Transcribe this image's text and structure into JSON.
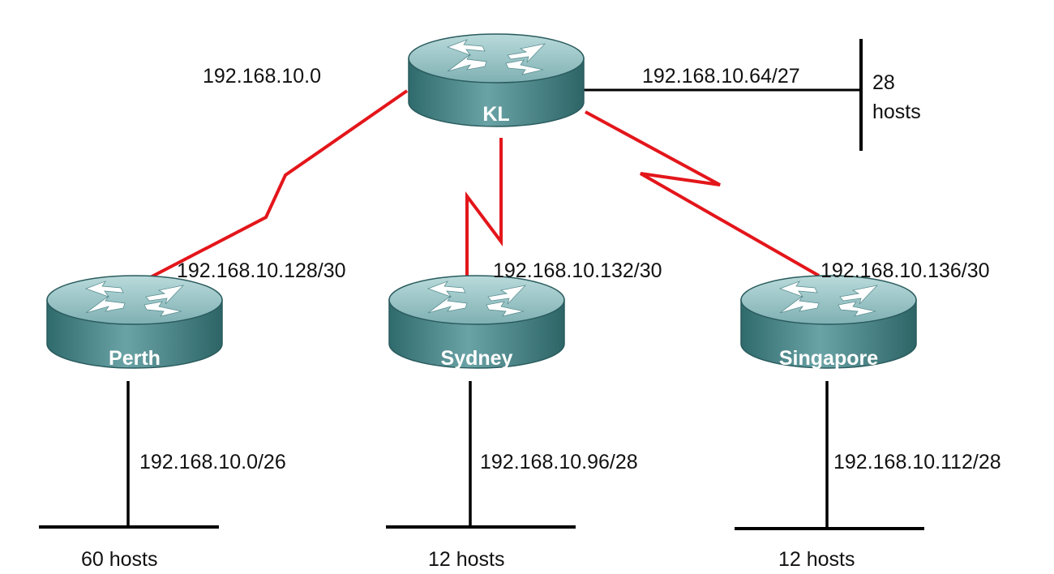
{
  "colors": {
    "wan_link": "#e3161b",
    "lan_line": "#000000",
    "router_top": "#9ec5c7",
    "router_side": "#3f7f82",
    "router_arrow": "#ffffff",
    "background": "#ffffff"
  },
  "icons": {
    "router": "router-icon",
    "arrow": "router-arrow-icon"
  },
  "routers": {
    "kl": {
      "name": "KL"
    },
    "perth": {
      "name": "Perth"
    },
    "sydney": {
      "name": "Sydney"
    },
    "singapore": {
      "name": "Singapore"
    }
  },
  "labels": {
    "kl_summary": "192.168.10.0",
    "kl_lan_subnet": "192.168.10.64/27",
    "kl_lan_hosts_count": "28",
    "kl_lan_hosts_word": "hosts",
    "perth_wan": "192.168.10.128/30",
    "sydney_wan": "192.168.10.132/30",
    "singapore_wan": "192.168.10.136/30",
    "perth_lan_subnet": "192.168.10.0/26",
    "sydney_lan_subnet": "192.168.10.96/28",
    "singapore_lan_subnet": "192.168.10.112/28",
    "perth_hosts": "60 hosts",
    "sydney_hosts": "12 hosts",
    "singapore_hosts": "12 hosts"
  }
}
